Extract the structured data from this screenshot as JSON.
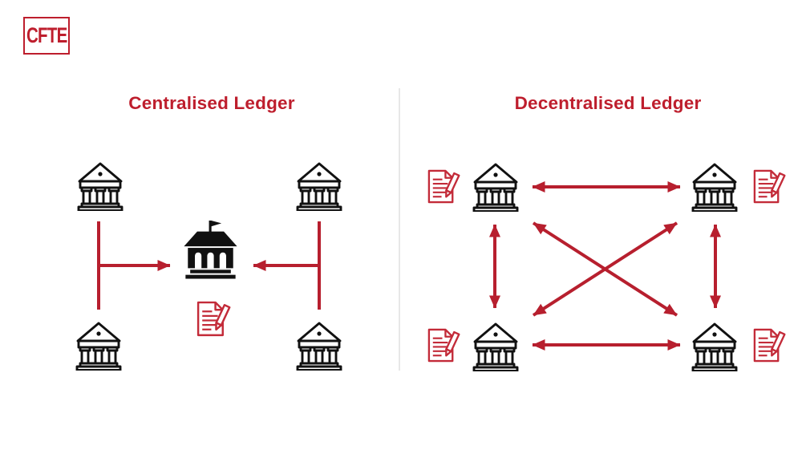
{
  "logo": {
    "text": "CFTE"
  },
  "panels": {
    "left": {
      "title": "Centralised Ledger",
      "node_icon": "bank-building",
      "nodes": [
        "bank-top-left",
        "bank-top-right",
        "bank-bottom-left",
        "bank-bottom-right"
      ],
      "hub_icon": "central-bank-with-flag",
      "ledger_icon": "document-with-pen",
      "ledger_copies": 1,
      "connections": [
        "bank-top-left -> central-bank",
        "bank-bottom-left -> central-bank",
        "bank-top-right -> central-bank",
        "bank-bottom-right -> central-bank"
      ]
    },
    "right": {
      "title": "Decentralised Ledger",
      "node_icon": "bank-building",
      "nodes": [
        "bank-top-left",
        "bank-top-right",
        "bank-bottom-left",
        "bank-bottom-right"
      ],
      "ledger_icon": "document-with-pen",
      "ledger_copies": 4,
      "connections": [
        "bank-top-left <-> bank-top-right",
        "bank-bottom-left <-> bank-bottom-right",
        "bank-top-left <-> bank-bottom-left",
        "bank-top-right <-> bank-bottom-right",
        "bank-top-left <-> bank-bottom-right",
        "bank-bottom-left <-> bank-top-right"
      ]
    }
  },
  "colors": {
    "brand_red": "#BE1E2D",
    "arrow_red": "#B71F2E",
    "doc_red": "#C32B39",
    "icon_black": "#111111",
    "divider_gray": "#E7E7E7",
    "background": "#FFFFFF"
  }
}
